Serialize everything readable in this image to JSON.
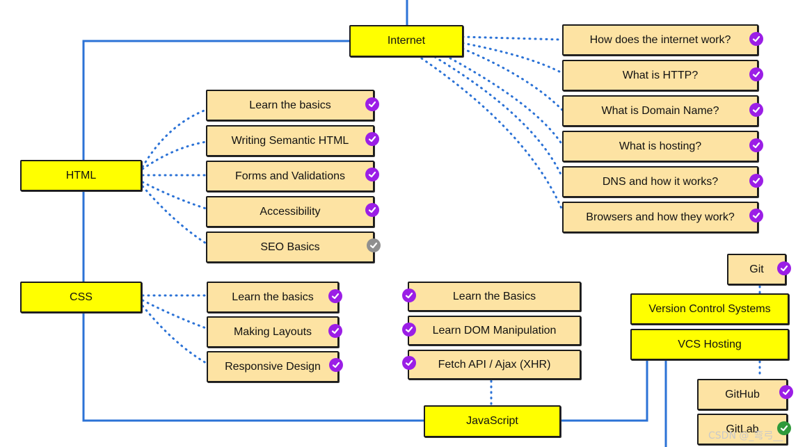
{
  "colors": {
    "main_node": "#ffff00",
    "sub_node": "#fde3a3",
    "connector": "#2b72d6",
    "check_done": "#9b1ee6",
    "check_pending": "#8f8f8f",
    "check_green": "#2e9a3a"
  },
  "nodes": {
    "internet": "Internet",
    "internet_how": "How does the internet work?",
    "internet_http": "What is HTTP?",
    "internet_domain": "What is Domain Name?",
    "internet_hosting": "What is hosting?",
    "internet_dns": "DNS and how it works?",
    "internet_browsers": "Browsers and how they work?",
    "html": "HTML",
    "html_basics": "Learn the basics",
    "html_semantic": "Writing Semantic HTML",
    "html_forms": "Forms and Validations",
    "html_access": "Accessibility",
    "html_seo": "SEO Basics",
    "css": "CSS",
    "css_basics": "Learn the basics",
    "css_layouts": "Making Layouts",
    "css_responsive": "Responsive Design",
    "js_basics": "Learn the Basics",
    "js_dom": "Learn DOM Manipulation",
    "js_fetch": "Fetch API / Ajax (XHR)",
    "javascript": "JavaScript",
    "git": "Git",
    "vcs": "Version Control Systems",
    "vcs_hosting": "VCS Hosting",
    "github": "GitHub",
    "gitlab": "GitLab"
  },
  "status": {
    "internet_how": "done",
    "internet_http": "done",
    "internet_domain": "done",
    "internet_hosting": "done",
    "internet_dns": "done",
    "internet_browsers": "done",
    "html_basics": "done",
    "html_semantic": "done",
    "html_forms": "done",
    "html_access": "done",
    "html_seo": "pending",
    "css_basics": "done",
    "css_layouts": "done",
    "css_responsive": "done",
    "js_basics": "done",
    "js_dom": "done",
    "js_fetch": "done",
    "git": "done",
    "github": "done",
    "gitlab": "done-green"
  },
  "watermark": "CSDN @_弯弓__"
}
